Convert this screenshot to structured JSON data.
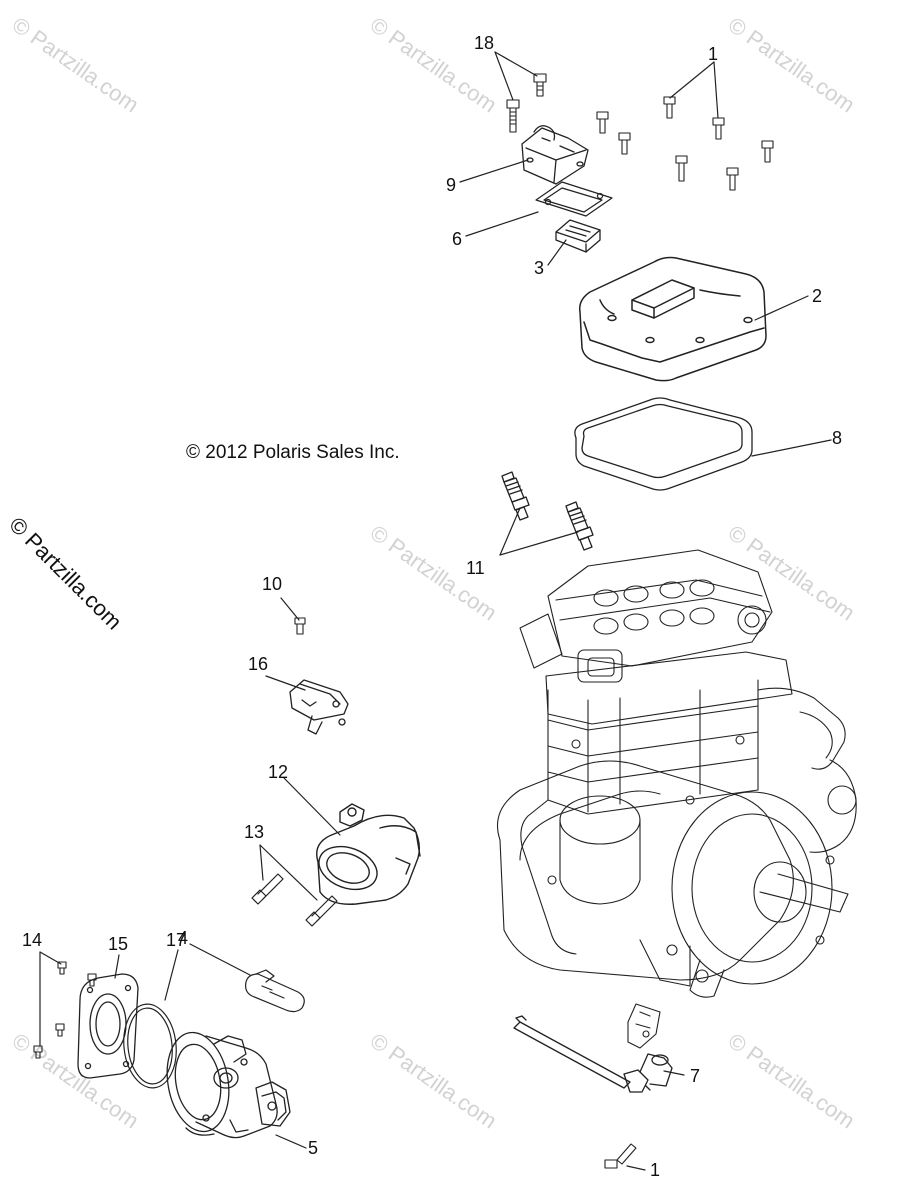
{
  "copyright": "© 2012 Polaris Sales Inc.",
  "site_stamp": "© Partzilla.com",
  "watermark": "© Partzilla.com",
  "callouts": {
    "c18": "18",
    "c1a": "1",
    "c9": "9",
    "c6": "6",
    "c3": "3",
    "c2": "2",
    "c8": "8",
    "c11": "11",
    "c10": "10",
    "c16": "16",
    "c12": "12",
    "c13": "13",
    "c14": "14",
    "c15": "15",
    "c17": "17",
    "c4": "4",
    "c7": "7",
    "c5": "5",
    "c1b": "1"
  },
  "colors": {
    "line": "#222222",
    "watermark": "#d2d2d2"
  }
}
